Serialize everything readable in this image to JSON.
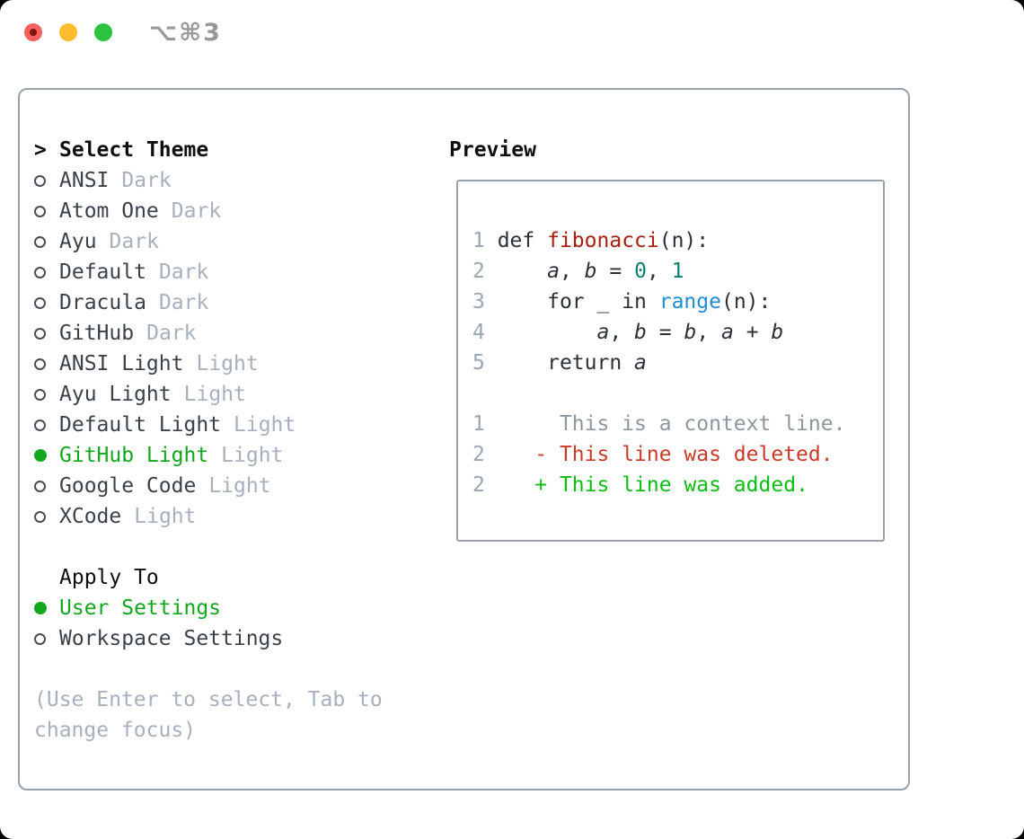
{
  "window": {
    "title": "⌥⌘3",
    "traffic_lights": [
      "close",
      "minimize",
      "zoom"
    ]
  },
  "colors": {
    "accent_green": "#10a71d",
    "diff_add": "#0bbd11",
    "diff_del": "#c93a29",
    "func_red": "#a81e10",
    "builtin_blue": "#1f8ed7",
    "literal_teal": "#0d7f70",
    "border_gray": "#99a2ac",
    "tl_red": "#f4615c",
    "tl_yellow": "#fcbc2e",
    "tl_green": "#2cc43e"
  },
  "theme_list": {
    "cursor": ">",
    "header": "Select Theme",
    "items": [
      {
        "name": "ANSI",
        "tag": "Dark",
        "selected": false
      },
      {
        "name": "Atom One",
        "tag": "Dark",
        "selected": false
      },
      {
        "name": "Ayu",
        "tag": "Dark",
        "selected": false
      },
      {
        "name": "Default",
        "tag": "Dark",
        "selected": false
      },
      {
        "name": "Dracula",
        "tag": "Dark",
        "selected": false
      },
      {
        "name": "GitHub",
        "tag": "Dark",
        "selected": false
      },
      {
        "name": "ANSI Light",
        "tag": "Light",
        "selected": false
      },
      {
        "name": "Ayu Light",
        "tag": "Light",
        "selected": false
      },
      {
        "name": "Default Light",
        "tag": "Light",
        "selected": false
      },
      {
        "name": "GitHub Light",
        "tag": "Light",
        "selected": true
      },
      {
        "name": "Google Code",
        "tag": "Light",
        "selected": false
      },
      {
        "name": "XCode",
        "tag": "Light",
        "selected": false
      }
    ]
  },
  "apply_to": {
    "header": "Apply To",
    "items": [
      {
        "name": "User Settings",
        "selected": true
      },
      {
        "name": "Workspace Settings",
        "selected": false
      }
    ]
  },
  "footer_hint": "(Use Enter to select, Tab to\nchange focus)",
  "preview": {
    "header": "Preview",
    "lines": [
      [
        {
          "t": "1",
          "c": "num"
        },
        {
          "t": " def ",
          "c": "pln"
        },
        {
          "t": "fibonacci",
          "c": "fn"
        },
        {
          "t": "(n):",
          "c": "pln"
        }
      ],
      [
        {
          "t": "2",
          "c": "num"
        },
        {
          "t": "     ",
          "c": "pln"
        },
        {
          "t": "a",
          "c": "var"
        },
        {
          "t": ", ",
          "c": "pln"
        },
        {
          "t": "b",
          "c": "var"
        },
        {
          "t": " = ",
          "c": "pln"
        },
        {
          "t": "0",
          "c": "lit"
        },
        {
          "t": ", ",
          "c": "pln"
        },
        {
          "t": "1",
          "c": "lit"
        }
      ],
      [
        {
          "t": "3",
          "c": "num"
        },
        {
          "t": "     for _ in ",
          "c": "pln"
        },
        {
          "t": "range",
          "c": "bi"
        },
        {
          "t": "(n):",
          "c": "pln"
        }
      ],
      [
        {
          "t": "4",
          "c": "num"
        },
        {
          "t": "         ",
          "c": "pln"
        },
        {
          "t": "a",
          "c": "var"
        },
        {
          "t": ", ",
          "c": "pln"
        },
        {
          "t": "b",
          "c": "var"
        },
        {
          "t": " = ",
          "c": "pln"
        },
        {
          "t": "b",
          "c": "var"
        },
        {
          "t": ", ",
          "c": "pln"
        },
        {
          "t": "a",
          "c": "var"
        },
        {
          "t": " + ",
          "c": "pln"
        },
        {
          "t": "b",
          "c": "var"
        }
      ],
      [
        {
          "t": "5",
          "c": "num"
        },
        {
          "t": "     return ",
          "c": "pln"
        },
        {
          "t": "a",
          "c": "var"
        }
      ],
      [],
      [
        {
          "t": "1",
          "c": "num"
        },
        {
          "t": "      This is a context line.",
          "c": "ctx"
        }
      ],
      [
        {
          "t": "2",
          "c": "num"
        },
        {
          "t": "    - This line was deleted.",
          "c": "del"
        }
      ],
      [
        {
          "t": "2",
          "c": "num"
        },
        {
          "t": "    + This line was added.",
          "c": "add"
        }
      ]
    ]
  }
}
